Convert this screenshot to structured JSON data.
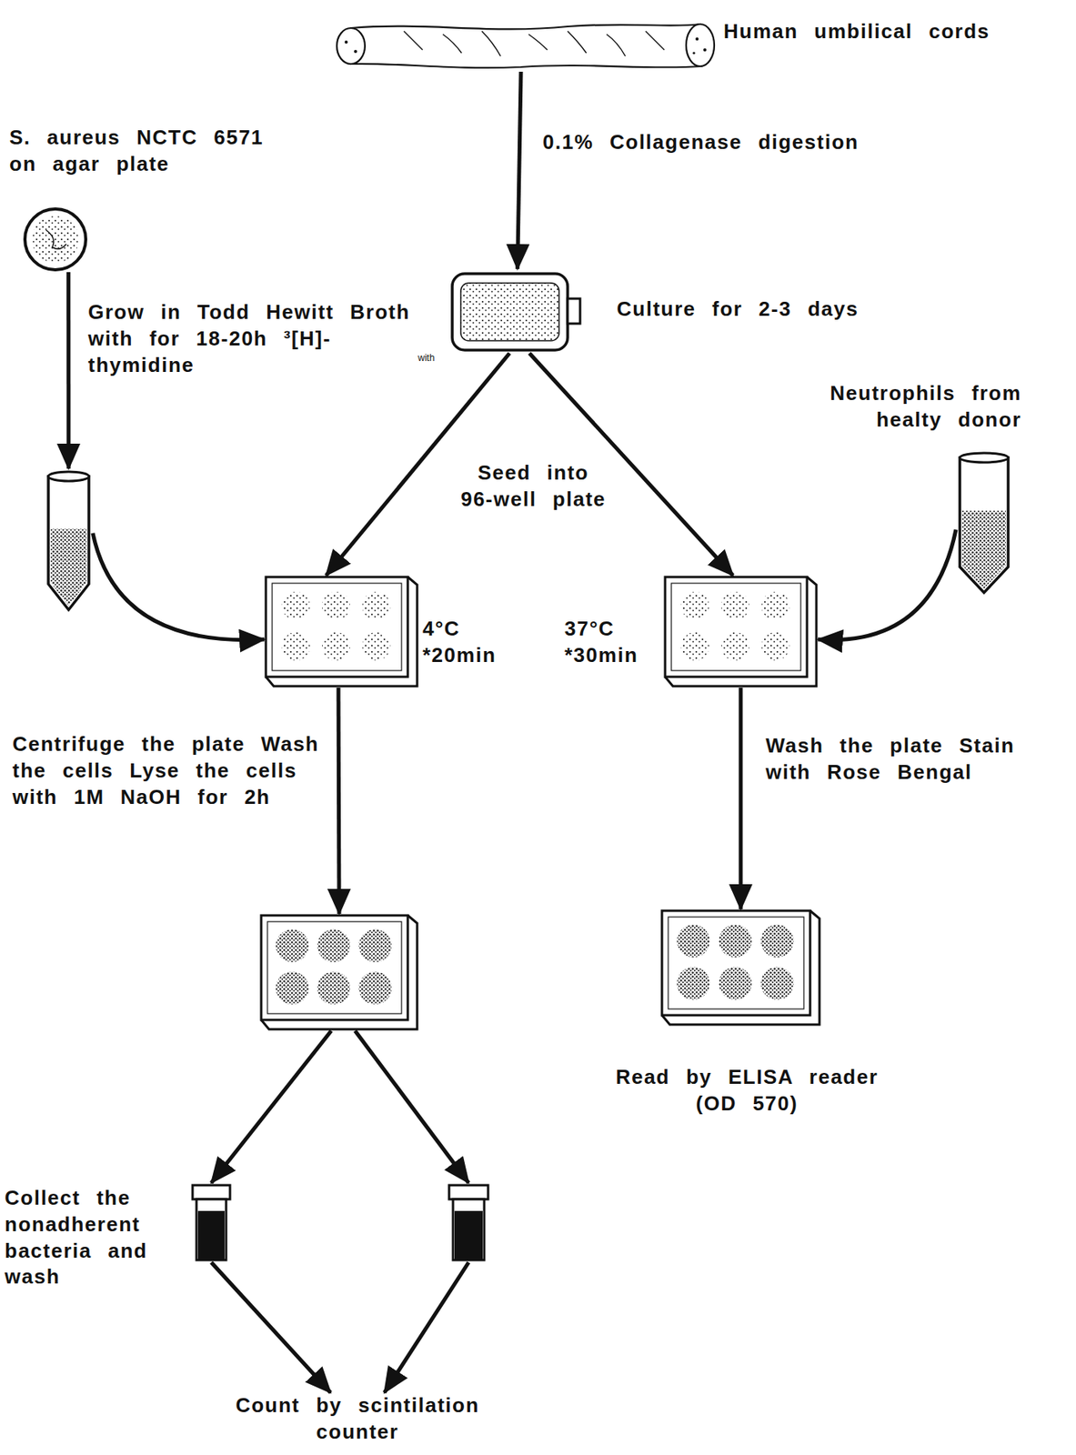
{
  "diagram": {
    "nodes": [
      {
        "text": [
          "Human umbilical cords"
        ]
      },
      {
        "text": [
          "S. aureus NCTC 6571 on agar plate"
        ]
      },
      {
        "text": [
          "Culture for 2-3 days"
        ]
      },
      {
        "text": []
      },
      {
        "text": [
          "Neutrophils from healty donor"
        ]
      },
      {
        "text": [
          "4°C *20min"
        ]
      },
      {
        "text": [
          "37°C *30min"
        ]
      },
      {
        "text": []
      },
      {
        "text": [
          "Read by ELISA reader (OD 570)"
        ]
      },
      {
        "text": [
          "Collect the nonadherent bacteria and wash"
        ]
      },
      {
        "text": []
      },
      {
        "text": [
          "Count by scintilation counter"
        ]
      }
    ],
    "edges": [
      {
        "from": 0,
        "to": 2,
        "arrow": "to",
        "label": "0.1% Collagenase digestion"
      },
      {
        "from": 1,
        "to": 3,
        "arrow": "to",
        "label": "Grow in Todd Hewitt Broth with for 18-20h ³[H]-thymidine"
      },
      {
        "from": 2,
        "to": 5,
        "arrow": "to",
        "label": "Seed into 96-well plate"
      },
      {
        "from": 2,
        "to": 6,
        "arrow": "to"
      },
      {
        "from": 3,
        "to": 5,
        "arrow": "to"
      },
      {
        "from": 4,
        "to": 6,
        "arrow": "to"
      },
      {
        "from": 5,
        "to": 7,
        "arrow": "to",
        "label": "Centrifuge the plate Wash the cells Lyse the cells with 1M NaOH for 2h"
      },
      {
        "from": 6,
        "to": 8,
        "arrow": "to",
        "label": "Wash the plate Stain with Rose Bengal"
      },
      {
        "from": 7,
        "to": 9,
        "arrow": "to"
      },
      {
        "from": 7,
        "to": 10,
        "arrow": "to"
      },
      {
        "from": 9,
        "to": 11,
        "arrow": "to"
      },
      {
        "from": 10,
        "to": 11,
        "arrow": "to"
      }
    ],
    "labels": [
      "with"
    ]
  }
}
